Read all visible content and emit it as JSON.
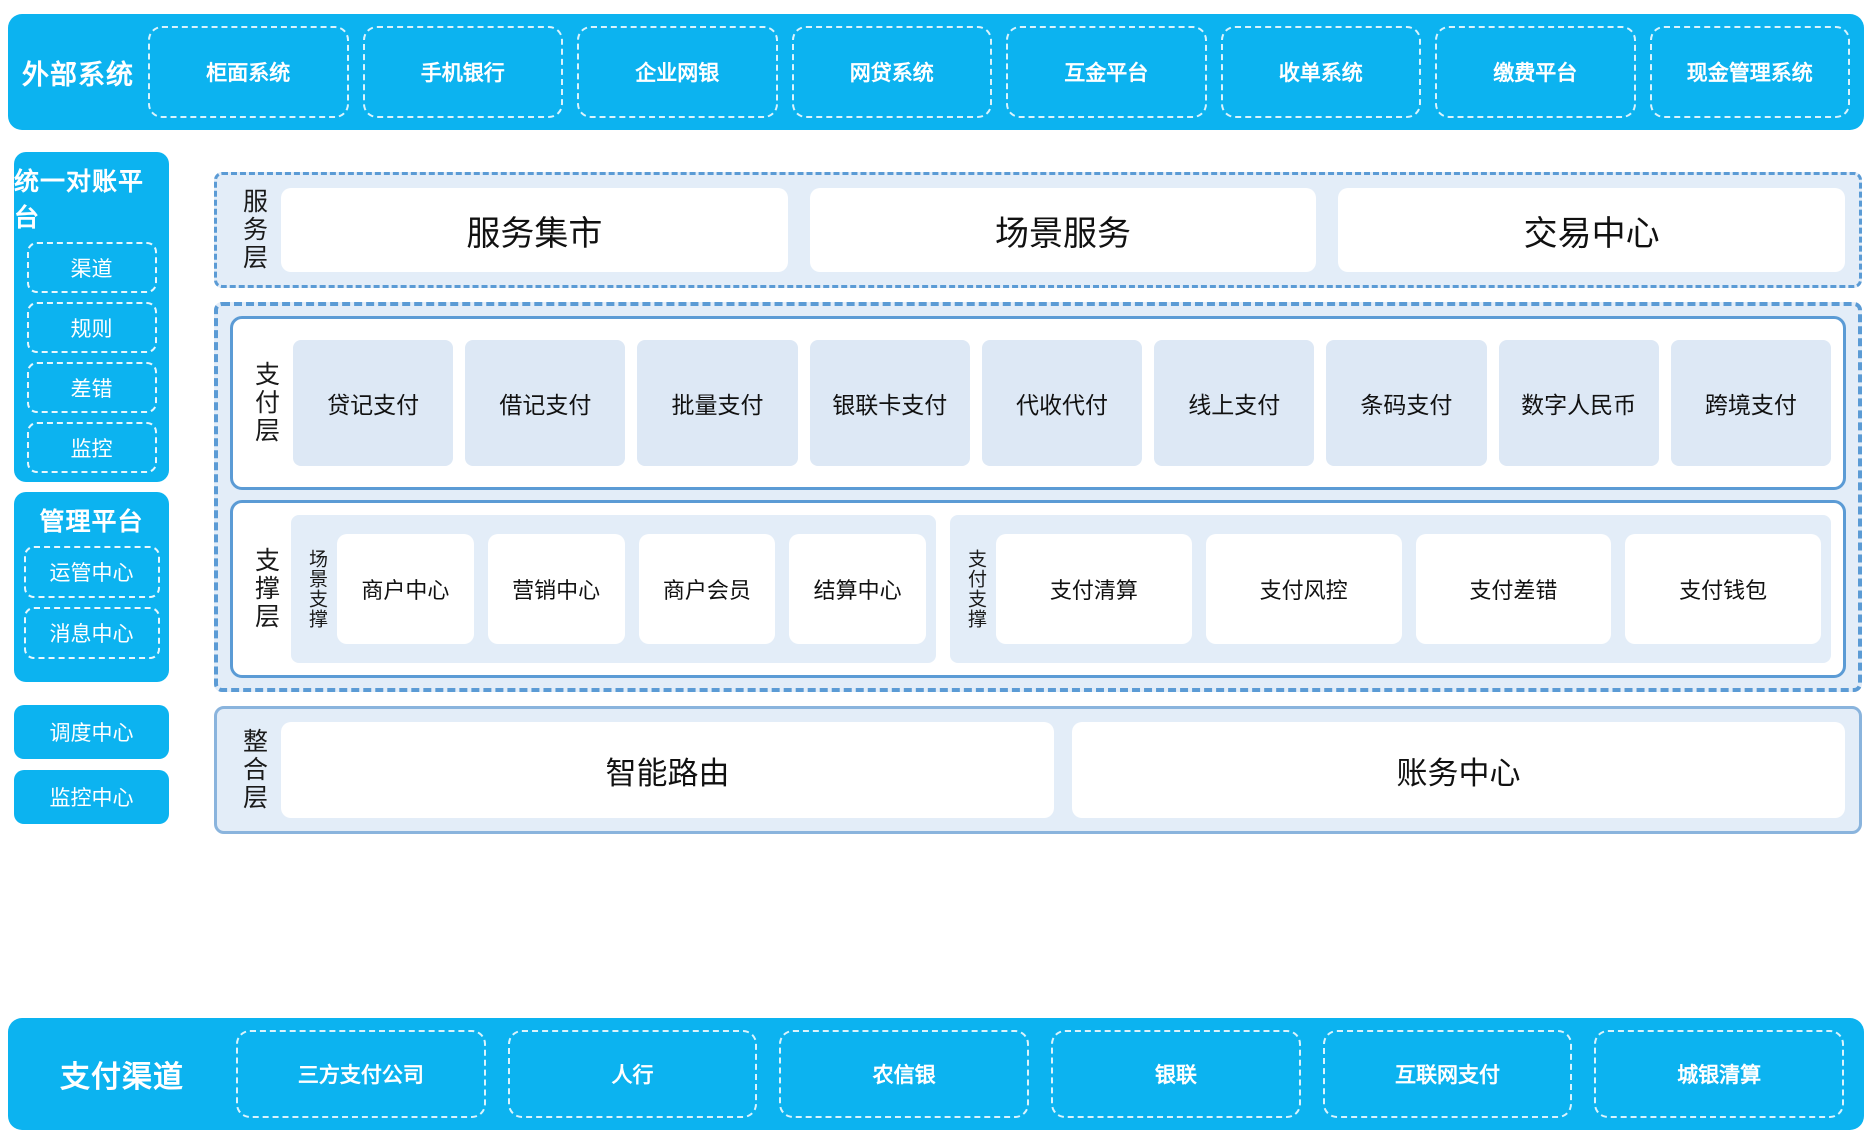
{
  "external": {
    "title": "外部系统",
    "items": [
      "柜面系统",
      "手机银行",
      "企业网银",
      "网贷系统",
      "互金平台",
      "收单系统",
      "缴费平台",
      "现金管理系统"
    ]
  },
  "sidebar": {
    "recon_platform": {
      "title": "统一对账平台",
      "items": [
        "渠道",
        "规则",
        "差错",
        "监控"
      ]
    },
    "mgmt_platform": {
      "title": "管理平台",
      "items": [
        "运管中心",
        "消息中心"
      ]
    },
    "standalone": [
      "调度中心",
      "监控中心"
    ]
  },
  "service_layer": {
    "label": "服务层",
    "cards": [
      "服务集市",
      "场景服务",
      "交易中心"
    ]
  },
  "payment_layer": {
    "label": "支付层",
    "cards": [
      "贷记支付",
      "借记支付",
      "批量支付",
      "银联卡支付",
      "代收代付",
      "线上支付",
      "条码支付",
      "数字人民币",
      "跨境支付"
    ]
  },
  "support_layer": {
    "label": "支撑层",
    "groups": [
      {
        "label": "场景支撑",
        "cards": [
          "商户中心",
          "营销中心",
          "商户会员",
          "结算中心"
        ]
      },
      {
        "label": "支付支撑",
        "cards": [
          "支付清算",
          "支付风控",
          "支付差错",
          "支付钱包"
        ]
      }
    ]
  },
  "integration_layer": {
    "label": "整合层",
    "cards": [
      "智能路由",
      "账务中心"
    ]
  },
  "payment_channel": {
    "title": "支付渠道",
    "items": [
      "三方支付公司",
      "人行",
      "农信银",
      "银联",
      "互联网支付",
      "城银清算"
    ]
  },
  "colors": {
    "cyan": "#0cb3f0",
    "layer_fill": "#e3edf8",
    "layer_border": "#5b9bd5",
    "card_blue": "#dde8f5",
    "card_white": "#ffffff"
  }
}
